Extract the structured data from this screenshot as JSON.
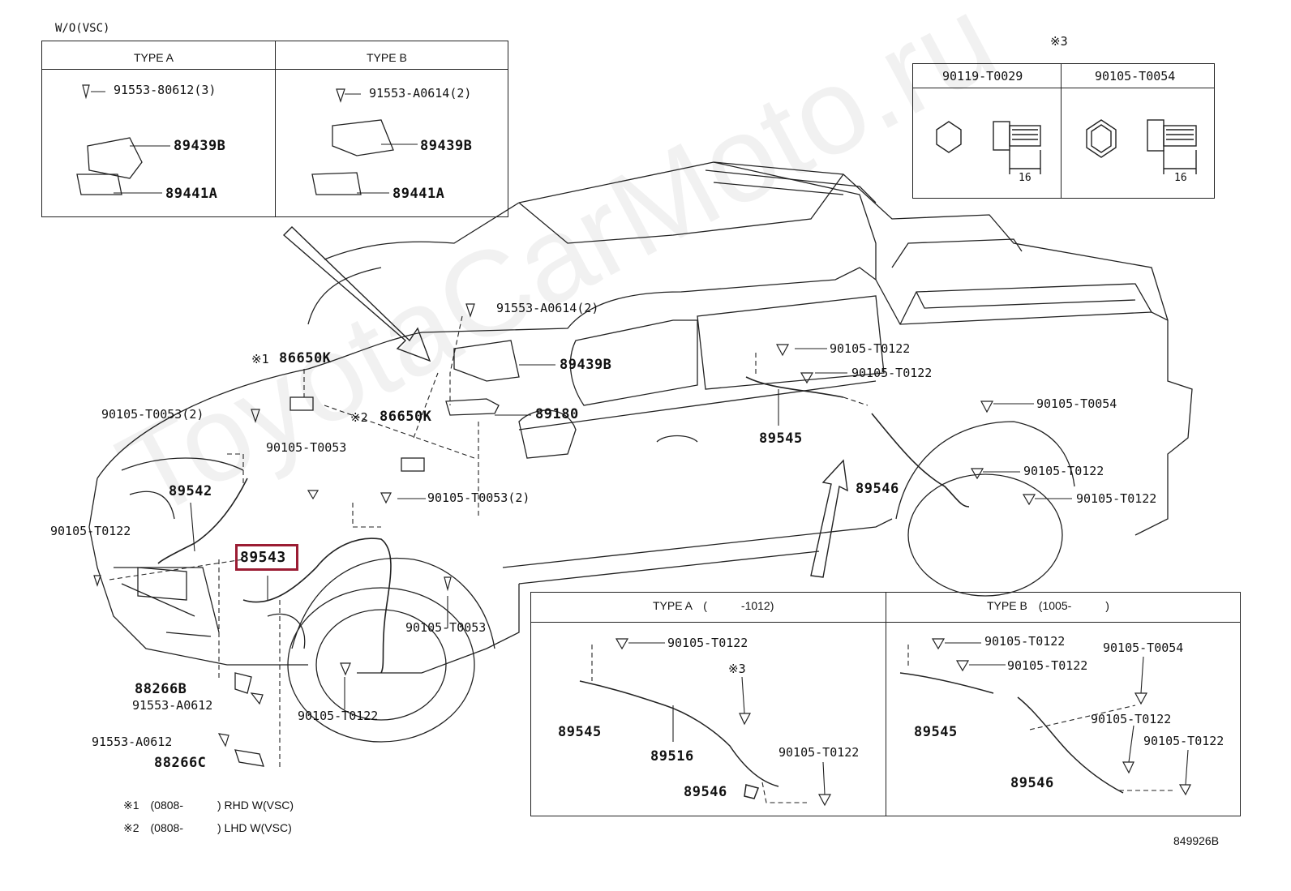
{
  "watermark": "ToyotaCarMoto.ru",
  "wo_label": "W/O(VSC)",
  "inset_top_left": {
    "type_a": {
      "title": "TYPE A",
      "bolt": "91553-80612(3)",
      "bracket": "89439B",
      "sensor": "89441A"
    },
    "type_b": {
      "title": "TYPE B",
      "bolt": "91553-A0614(2)",
      "bracket": "89439B",
      "sensor": "89441A"
    }
  },
  "inset_top_right": {
    "note": "※3",
    "col1": "90119-T0029",
    "col2": "90105-T0054",
    "dim1": "16",
    "dim2": "16"
  },
  "callouts": {
    "c1": "91553-A0614(2)",
    "c2": "89439B",
    "c3": "89180",
    "c4_mark": "※1",
    "c4": "86650K",
    "c5_mark": "※2",
    "c5": "86650K",
    "c6": "90105-T0053(2)",
    "c7": "90105-T0053",
    "c8": "90105-T0053(2)",
    "c9": "89542",
    "c10": "90105-T0122",
    "c11": "89543",
    "c12": "90105-T0053",
    "c13": "88266B",
    "c14": "91553-A0612",
    "c15": "90105-T0122",
    "c16": "91553-A0612",
    "c17": "88266C",
    "c18": "90105-T0122",
    "c19": "90105-T0122",
    "c20": "89545",
    "c21": "90105-T0054",
    "c22": "89546",
    "c23": "90105-T0122",
    "c24": "90105-T0122"
  },
  "inset_bottom": {
    "type_a": {
      "title": "TYPE A　(　　　-1012)",
      "l1": "90105-T0122",
      "l2": "※3",
      "l3": "89545",
      "l4": "89516",
      "l5": "90105-T0122",
      "l6": "89546"
    },
    "type_b": {
      "title": "TYPE B　(1005-　　　)",
      "l1": "90105-T0122",
      "l2": "90105-T0122",
      "l3": "90105-T0054",
      "l4": "90105-T0122",
      "l5": "90105-T0122",
      "l6": "89545",
      "l7": "89546"
    }
  },
  "footnotes": {
    "n1": "※1　(0808-　　　) RHD W(VSC)",
    "n2": "※2　(0808-　　　) LHD W(VSC)"
  },
  "ref_code": "849926B",
  "highlight_color": "#9b1c33"
}
